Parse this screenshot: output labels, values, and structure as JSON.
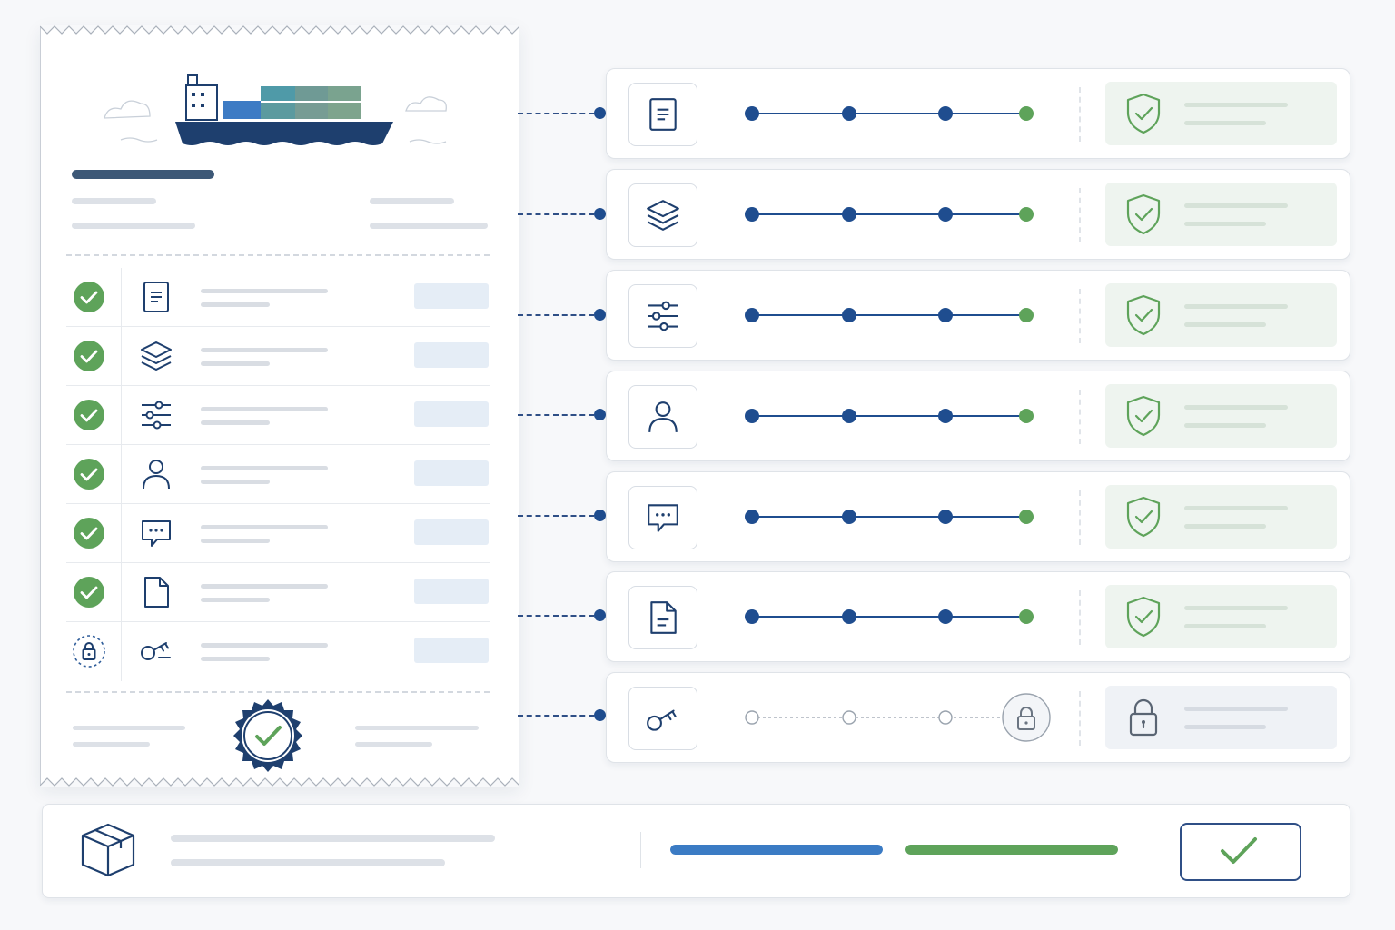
{
  "receipt": {
    "rows": [
      {
        "status": "complete",
        "icon": "document-icon"
      },
      {
        "status": "complete",
        "icon": "layers-icon"
      },
      {
        "status": "complete",
        "icon": "sliders-icon"
      },
      {
        "status": "complete",
        "icon": "user-icon"
      },
      {
        "status": "complete",
        "icon": "chat-icon"
      },
      {
        "status": "complete",
        "icon": "file-icon"
      },
      {
        "status": "locked",
        "icon": "key-icon"
      }
    ],
    "seal": "verified-seal-icon"
  },
  "pipeline": {
    "steps": [
      {
        "icon": "document-icon",
        "completed_nodes": 4,
        "total_nodes": 4,
        "state": "verified"
      },
      {
        "icon": "layers-icon",
        "completed_nodes": 4,
        "total_nodes": 4,
        "state": "verified"
      },
      {
        "icon": "sliders-icon",
        "completed_nodes": 4,
        "total_nodes": 4,
        "state": "verified"
      },
      {
        "icon": "user-icon",
        "completed_nodes": 4,
        "total_nodes": 4,
        "state": "verified"
      },
      {
        "icon": "chat-icon",
        "completed_nodes": 4,
        "total_nodes": 4,
        "state": "verified"
      },
      {
        "icon": "file-text-icon",
        "completed_nodes": 4,
        "total_nodes": 4,
        "state": "verified"
      },
      {
        "icon": "key-icon",
        "completed_nodes": 0,
        "total_nodes": 4,
        "state": "locked"
      }
    ]
  },
  "summary": {
    "icon": "package-icon",
    "progress_blue": 1.0,
    "progress_green": 1.0,
    "confirm_icon": "checkmark-icon"
  },
  "colors": {
    "navy": "#1f4d8f",
    "green": "#5ea35a",
    "blue": "#3b7bc4",
    "muted": "#d9dde3"
  }
}
